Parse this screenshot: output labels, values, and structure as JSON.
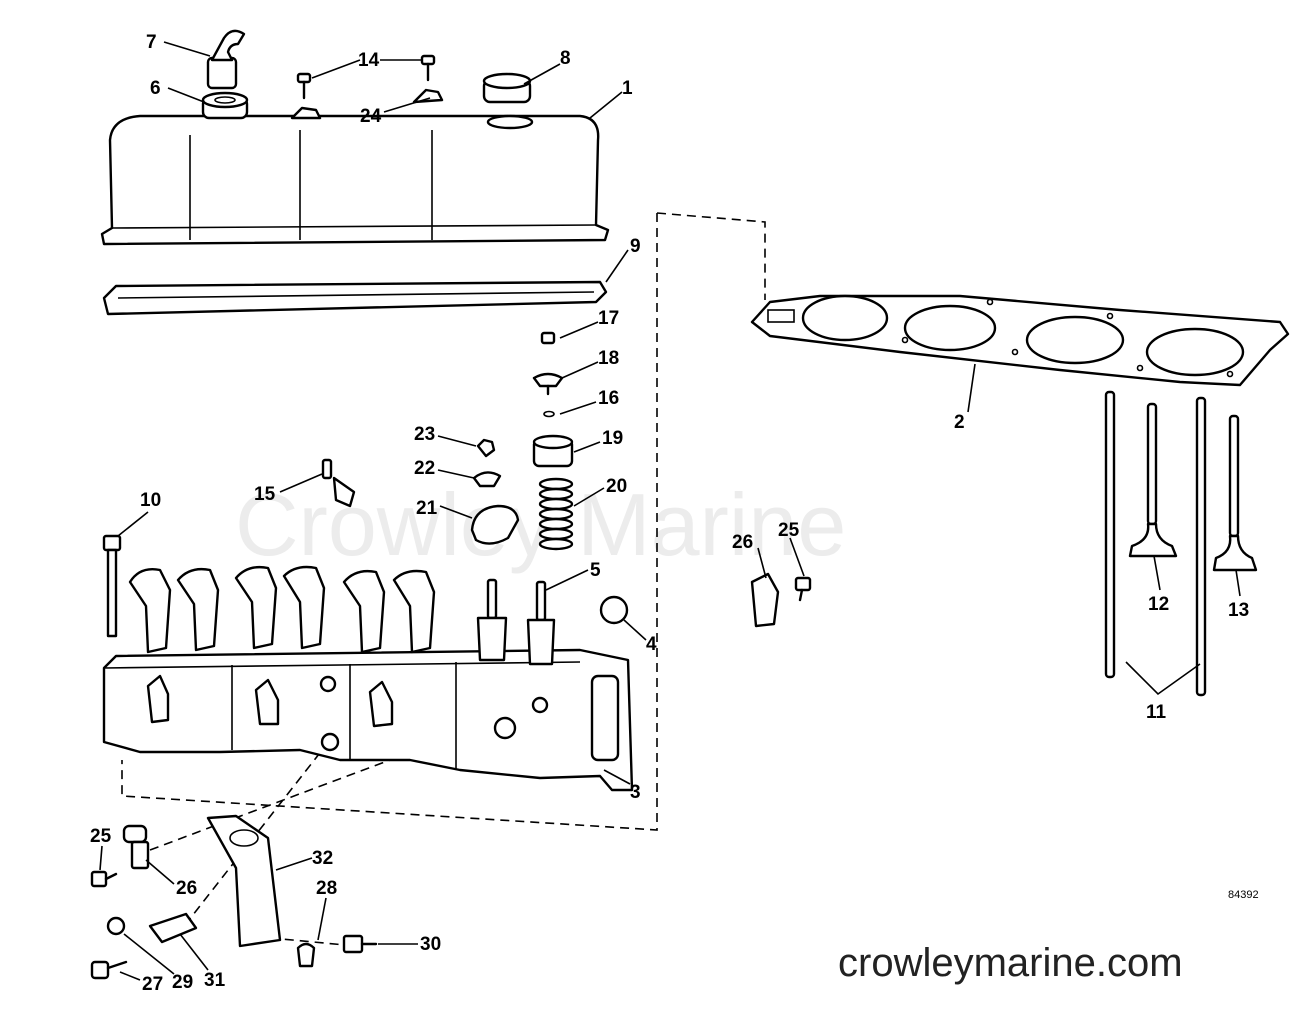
{
  "watermark": "Crowley Marine",
  "site_label": "crowleymarine.com",
  "figure_code": "84392",
  "callouts": {
    "c1": "1",
    "c2": "2",
    "c3": "3",
    "c4": "4",
    "c5": "5",
    "c6": "6",
    "c7": "7",
    "c8": "8",
    "c9": "9",
    "c10": "10",
    "c11": "11",
    "c12": "12",
    "c13": "13",
    "c14": "14",
    "c15": "15",
    "c16": "16",
    "c17": "17",
    "c18": "18",
    "c19": "19",
    "c20": "20",
    "c21": "21",
    "c22": "22",
    "c23": "23",
    "c24": "24",
    "c25a": "25",
    "c25b": "25",
    "c26a": "26",
    "c26b": "26",
    "c27": "27",
    "c28": "28",
    "c29": "29",
    "c30": "30",
    "c31": "31",
    "c32": "32"
  }
}
